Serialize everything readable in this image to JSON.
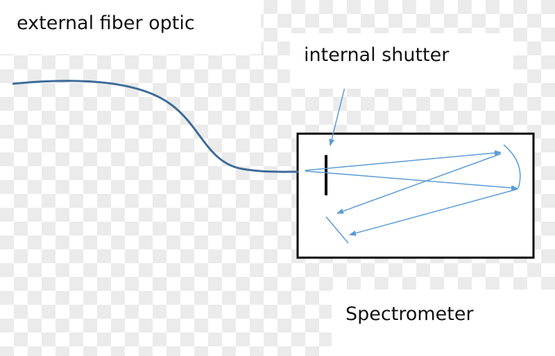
{
  "labels": {
    "fiber": "external fiber optic",
    "shutter": "internal shutter",
    "spectrometer": "Spectrometer"
  },
  "colors": {
    "fiber_line": "#3d6b98",
    "light_ray": "#5b9bd5",
    "box_border": "#000000",
    "shutter": "#000000"
  }
}
